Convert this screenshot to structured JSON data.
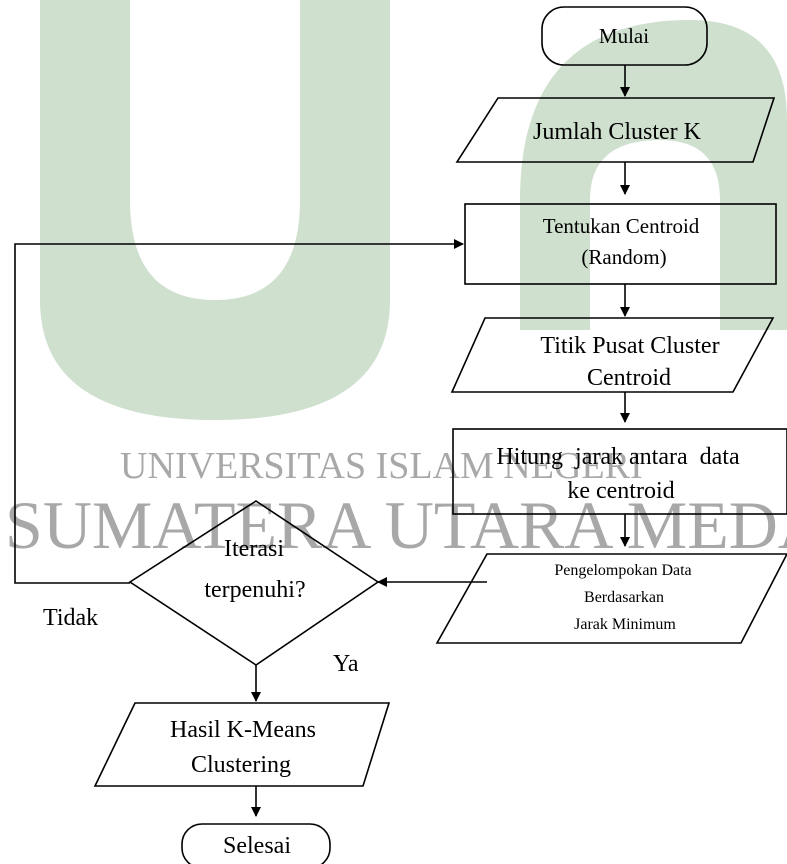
{
  "colors": {
    "watermark_green": "#cfe0cf",
    "watermark_text": "#a8a8a8",
    "stroke": "#000000"
  },
  "watermark": {
    "line1": "UNIVERSITAS ISLAM NEGERI",
    "line2": "SUMATERA UTARA MEDAN"
  },
  "flowchart": {
    "start": "Mulai",
    "input_k": "Jumlah Cluster K",
    "centroid_l1": "Tentukan Centroid",
    "centroid_l2": "(Random)",
    "centers_l1": "Titik Pusat Cluster",
    "centers_l2": "Centroid",
    "distance_l1": "Hitung  jarak antara  data",
    "distance_l2": "ke centroid",
    "grouping_l1": "Pengelompokan Data",
    "grouping_l2": "Berdasarkan",
    "grouping_l3": "Jarak Minimum",
    "decision_l1": "Iterasi",
    "decision_l2": "terpenuhi?",
    "label_no": "Tidak",
    "label_yes": "Ya",
    "result_l1": "Hasil K-Means",
    "result_l2": "Clustering",
    "end": "Selesai"
  }
}
